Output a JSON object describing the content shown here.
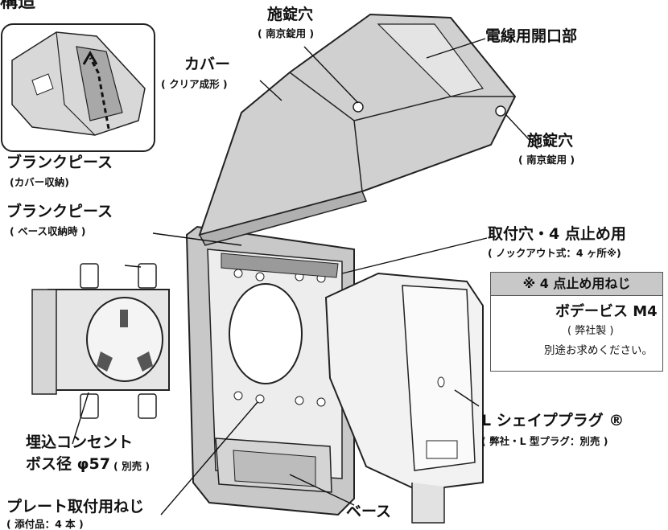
{
  "heading": "構造",
  "labels": {
    "lock_hole_top": "施錠穴",
    "lock_hole_top_sub": "( 南京錠用 )",
    "wire_opening": "電線用開口部",
    "cover": "カバー",
    "cover_sub": "( クリア成形 )",
    "lock_hole_right": "施錠穴",
    "lock_hole_right_sub": "( 南京錠用 )",
    "blank_piece_1": "ブランクピース",
    "blank_piece_1_sub": "(カバー収納)",
    "blank_piece_2": "ブランクピース",
    "blank_piece_2_sub": "( ベース収納時 )",
    "mount_hole": "取付穴・4 点止め用",
    "mount_hole_sub": "( ノックアウト式：4 ヶ所※)",
    "outlet_1": "埋込コンセント",
    "outlet_2": "ボス径 φ57",
    "outlet_sub": "( 別売 )",
    "plug": "L シェイププラグ ®",
    "plug_sub": "( 弊社・L 型プラグ：別売 )",
    "plate_screw": "プレート取付用ねじ",
    "plate_screw_sub": "( 添付品：4 本 )",
    "base": "ベース"
  },
  "note_box": {
    "title": "※ 4 点止め用ねじ",
    "item": "ボデービス M4",
    "maker": "( 弊社製 )",
    "text": "別途お求めください。"
  }
}
